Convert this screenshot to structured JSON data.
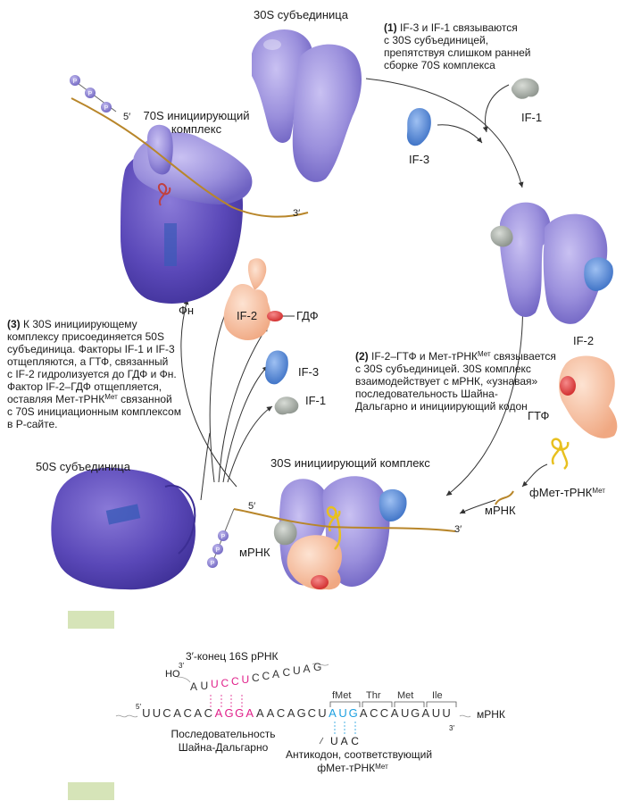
{
  "labels": {
    "sub30s": "30S субъединица",
    "ic70s_l1": "70S инициирующий",
    "ic70s_l2": "комплекс",
    "if1_top": "IF-1",
    "if3_top": "IF-3",
    "if2_right": "IF-2",
    "gtp": "ГТФ",
    "fmet_trna": "фМет-тРНК",
    "met_sup": "Мет",
    "mrna_right": "мРНК",
    "ic30s": "30S инициирующий комплекс",
    "mrna_left": "мРНК",
    "five_prime_top": "5′",
    "three_prime_top": "3′",
    "five_prime_bottom": "5′",
    "three_prime_bottom": "3′",
    "sub50s": "50S субъединица",
    "fn": "Фн",
    "if2_mid": "IF-2",
    "gdp": "ГДФ",
    "if3_mid": "IF-3",
    "if1_mid": "IF-1",
    "p": "P"
  },
  "step1": {
    "num": "(1)",
    "line1": "IF-3 и IF-1 связываются",
    "line2": "с 30S субъединицей,",
    "line3": "препятствуя слишком ранней",
    "line4": "сборке 70S комплекса"
  },
  "step2": {
    "num": "(2)",
    "line1a": "IF-2–ГТФ и Мет-тРНК",
    "line1sup": "Мет",
    "line1b": " связывается",
    "line2": "с 30S субъединицей. 30S комплекс",
    "line3": "взаимодействует с мРНК, «узнавая»",
    "line4": "последовательность Шайна-",
    "line5": "Дальгарно и инициирующий кодон"
  },
  "step3": {
    "num": "(3)",
    "line1": "К 30S инициирующему",
    "line2": "комплексу присоединяется 50S",
    "line3": "субъединица. Факторы IF-1 и IF-3",
    "line4": "отщепляются, а ГТФ, связанный",
    "line5": "с IF-2 гидролизуется до ГДФ и Фн.",
    "line6": "Фактор IF-2–ГДФ отщепляется,",
    "line7a": "оставляя Мет-тРНК",
    "line7sup": "Мет",
    "line7b": " связанной",
    "line8": "с 70S инициационным комплексом",
    "line9": "в Р-сайте."
  },
  "sequence": {
    "rrna_label": "3′-конец 16S рРНК",
    "ho": "HO",
    "rrna_3prime": "3′",
    "rrna_bases": [
      "A",
      "U",
      "U",
      "C",
      "C",
      "U",
      "C",
      "C",
      "A",
      "C",
      "U",
      "A",
      "G"
    ],
    "mrna_5prime": "5′",
    "mrna_bases": [
      "U",
      "U",
      "C",
      "A",
      "C",
      "A",
      "C",
      "A",
      "G",
      "G",
      "A",
      "A",
      "A",
      "C",
      "A",
      "G",
      "C",
      "U",
      "A",
      "U",
      "G",
      "A",
      "C",
      "C",
      "A",
      "U",
      "G",
      "A",
      "U",
      "U"
    ],
    "mrna_3prime": "3′",
    "mrna_label": "мРНК",
    "codons": [
      "fMet",
      "Thr",
      "Met",
      "Ile"
    ],
    "anticodon": [
      "U",
      "A",
      "C"
    ],
    "sd_label_1": "Последовательность",
    "sd_label_2": "Шайна-Дальгарно",
    "anticodon_label_1": "Антикодон, соответствующий",
    "anticodon_label_2": "фМет-тРНК",
    "anticodon_sup": "Мет"
  },
  "colors": {
    "ribosome_30s": "#9a8fdc",
    "ribosome_50s": "#5a48b8",
    "if1": "#a9b0a8",
    "if3": "#4f86d6",
    "if2": "#f6c0a0",
    "gtp_gdp": "#e05050",
    "mrna": "#b8862a",
    "trna": "#e8c020",
    "phosphate": "#8a7fcf",
    "shine_dalgarno": "#e0208a",
    "start_codon": "#1ea0e0",
    "placeholder_box": "#d6e4b8"
  }
}
